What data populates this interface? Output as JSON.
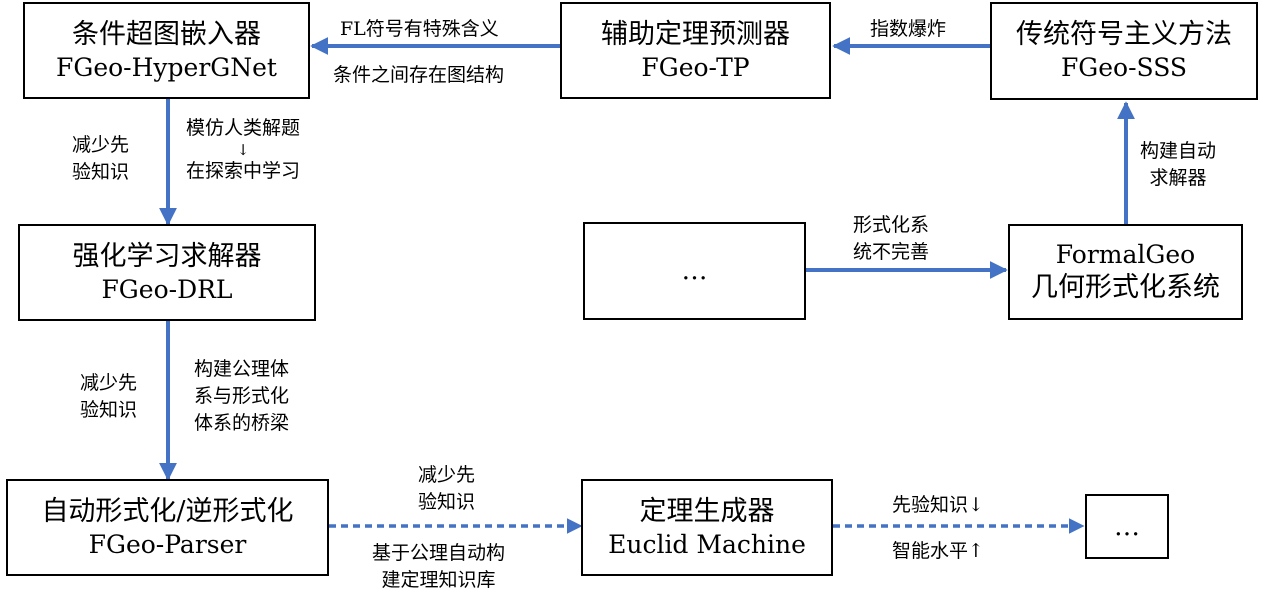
{
  "boxes": {
    "hypergnet": {
      "zh": "条件超图嵌入器",
      "en": "FGeo-HyperGNet"
    },
    "tp": {
      "zh": "辅助定理预测器",
      "en": "FGeo-TP"
    },
    "sss": {
      "zh": "传统符号主义方法",
      "en": "FGeo-SSS"
    },
    "drl": {
      "zh": "强化学习求解器",
      "en": "FGeo-DRL"
    },
    "ellipsis_mid": {
      "text": "…"
    },
    "formalgeo": {
      "en": "FormalGeo",
      "zh": "几何形式化系统"
    },
    "parser": {
      "zh": "自动形式化/逆形式化",
      "en": "FGeo-Parser"
    },
    "euclid": {
      "zh": "定理生成器",
      "en": "Euclid Machine"
    },
    "ellipsis_end": {
      "text": "…"
    }
  },
  "labels": {
    "tp_to_hyper_top": "FL符号有特殊含义",
    "tp_to_hyper_bottom": "条件之间存在图结构",
    "sss_to_tp": "指数爆炸",
    "hyper_to_drl_left": [
      "减少先",
      "验知识"
    ],
    "hyper_to_drl_right_top": "模仿人类解题",
    "hyper_to_drl_right_arrow": "↓",
    "hyper_to_drl_right_bottom": "在探索中学习",
    "formal_to_sss": [
      "构建自动",
      "求解器"
    ],
    "mid_to_formal": [
      "形式化系",
      "统不完善"
    ],
    "drl_to_parser_left": [
      "减少先",
      "验知识"
    ],
    "drl_to_parser_right": [
      "构建公理体",
      "系与形式化",
      "体系的桥梁"
    ],
    "parser_to_euclid_top": [
      "减少先",
      "验知识"
    ],
    "parser_to_euclid_bottom": [
      "基于公理自动构",
      "建定理知识库"
    ],
    "euclid_to_end_top": "先验知识↓",
    "euclid_to_end_bottom": "智能水平↑"
  },
  "colors": {
    "arrow": "#4472C4",
    "border": "#000000"
  }
}
